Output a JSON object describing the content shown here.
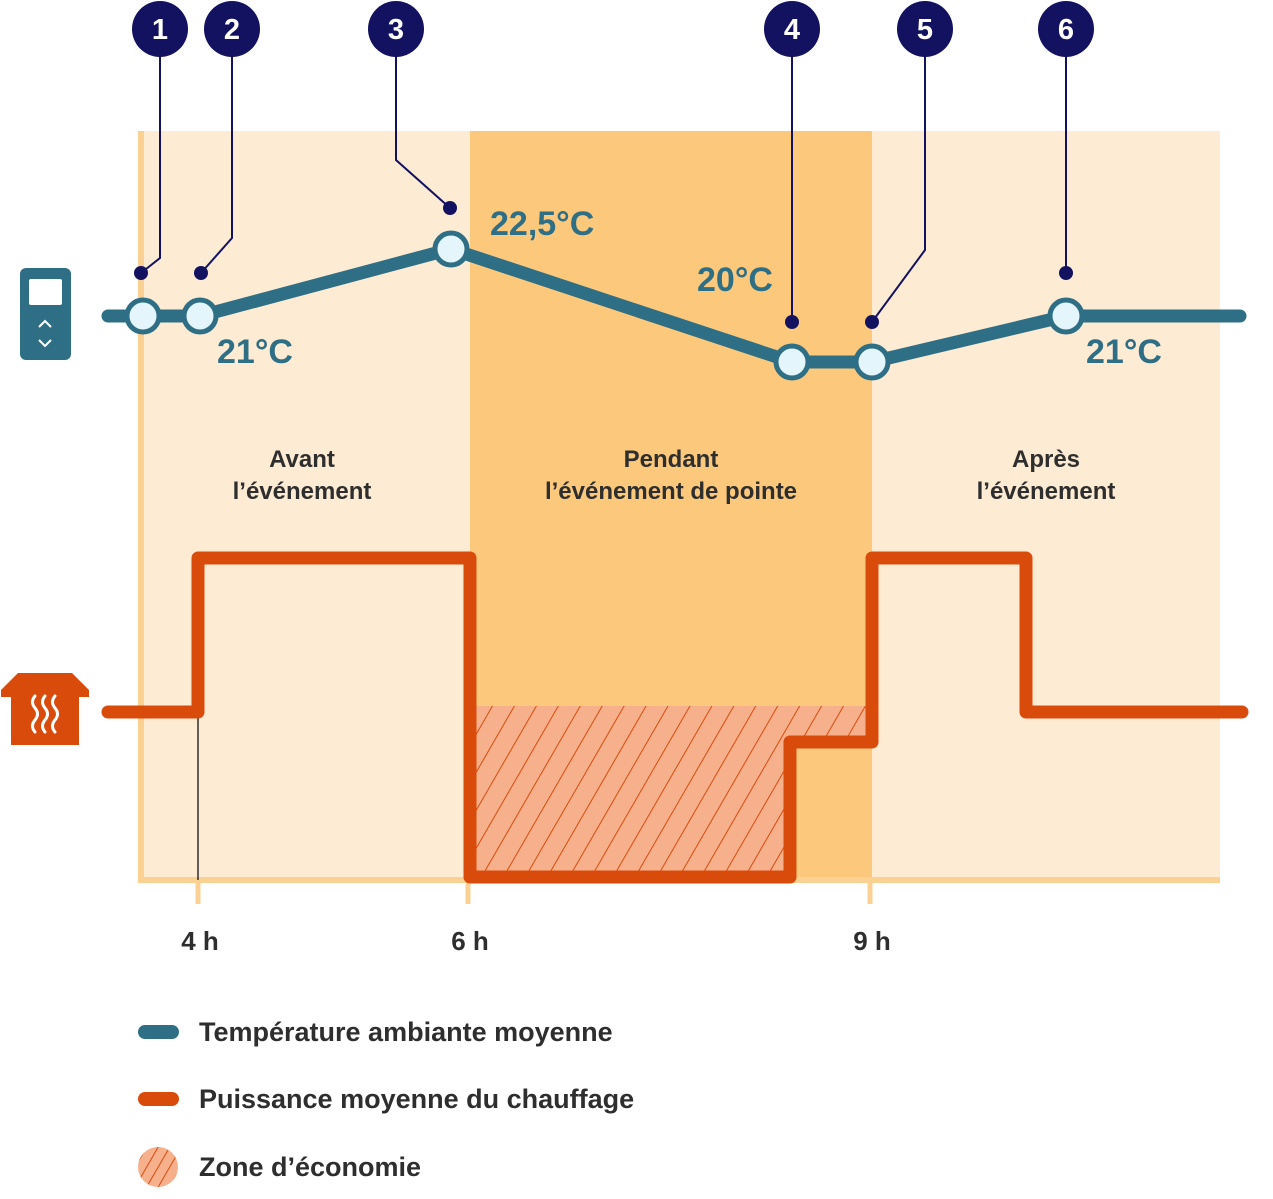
{
  "colors": {
    "background": "#ffffff",
    "outer_phase": "#fdebd3",
    "peak_phase": "#fcc97c",
    "axis_line": "#fbd093",
    "temperature_line": "#2e6f86",
    "temperature_node_fill": "#e4f6fb",
    "power_line": "#d94b0b",
    "savings_fill": "#f7b08c",
    "savings_hatch": "#d94b0b",
    "badge": "#121260",
    "thermostat_icon": "#2e6f86",
    "heater_icon": "#d94b0b"
  },
  "icons": {
    "thermostat": "thermostat-icon",
    "heater": "heater-house-icon"
  },
  "phases": {
    "before": {
      "line1": "Avant",
      "line2": "l’événement"
    },
    "during": {
      "line1": "Pendant",
      "line2": "l’événement de pointe"
    },
    "after": {
      "line1": "Après",
      "line2": "l’événement"
    }
  },
  "time_ticks": [
    {
      "label": "4 h",
      "hour": 4
    },
    {
      "label": "6 h",
      "hour": 6
    },
    {
      "label": "9 h",
      "hour": 9
    }
  ],
  "temperature_labels": {
    "start": "21°C",
    "peak": "22,5°C",
    "low": "20°C",
    "end": "21°C"
  },
  "markers": [
    {
      "number": "1"
    },
    {
      "number": "2"
    },
    {
      "number": "3"
    },
    {
      "number": "4"
    },
    {
      "number": "5"
    },
    {
      "number": "6"
    }
  ],
  "legend": {
    "temperature": "Température ambiante moyenne",
    "power": "Puissance moyenne du chauffage",
    "savings": "Zone d’économie"
  }
}
